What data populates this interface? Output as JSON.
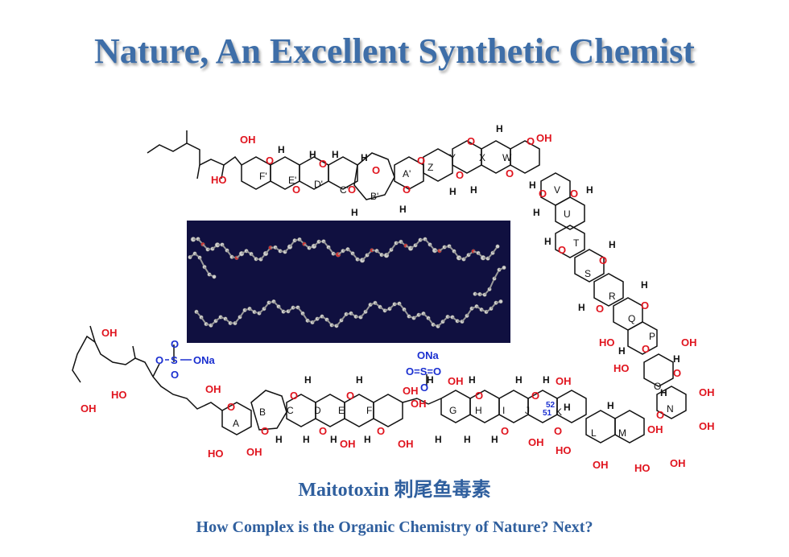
{
  "title": "Nature, An Excellent Synthetic Chemist",
  "caption": "Maitotoxin 刺尾鱼毒素",
  "subcaption": "How Complex is the Organic Chemistry of Nature? Next?",
  "structure": {
    "ring_labels": [
      "F'",
      "E'",
      "D'",
      "C'",
      "B'",
      "A'",
      "Z",
      "Y",
      "X",
      "W",
      "V",
      "U",
      "T",
      "S",
      "R",
      "Q",
      "P",
      "O",
      "N",
      "M",
      "L",
      "K",
      "J",
      "I",
      "H",
      "G",
      "F",
      "E",
      "D",
      "C",
      "B",
      "A"
    ],
    "sulfate_groups": [
      "O–S–ONa",
      "ONa O=S=O"
    ],
    "locants": [
      "51",
      "52"
    ]
  },
  "colors": {
    "title": "#3e6ea8",
    "caption": "#2f5f9e",
    "oxygen": "#e0141e",
    "sulfur": "#1a2fd0",
    "model_bg": "#101040"
  }
}
